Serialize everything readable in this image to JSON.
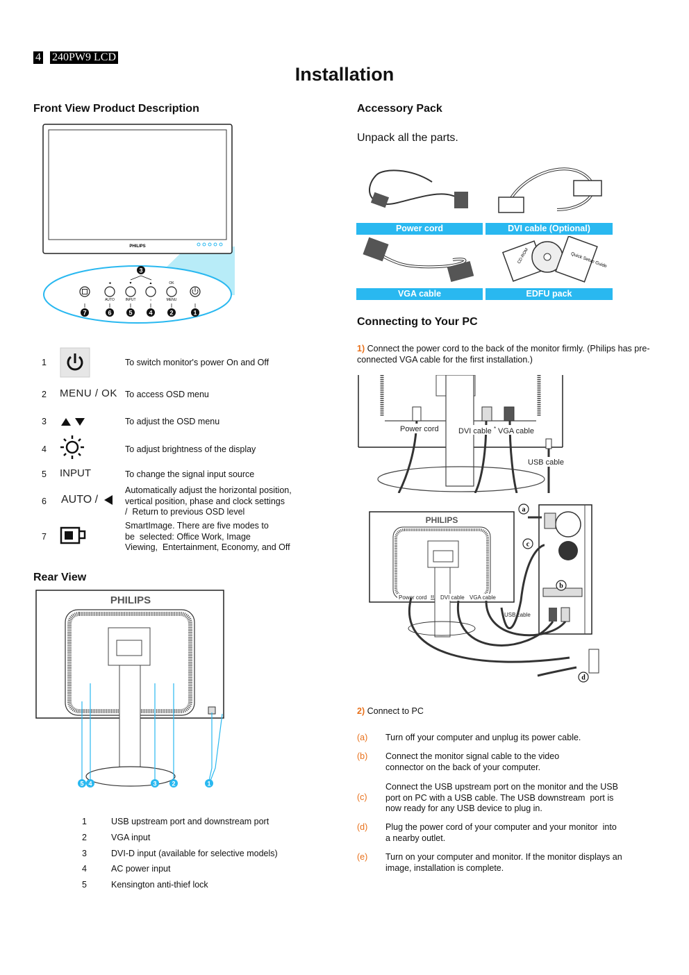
{
  "header": {
    "page_number": "4",
    "model": "240PW9 LCD"
  },
  "title": "Installation",
  "front_view": {
    "heading": "Front View Product Description",
    "brand": "PHILIPS",
    "button_labels": [
      "AUTO",
      "INPUT",
      "☼",
      "MENU"
    ],
    "top_labels": [
      "◄",
      "▼",
      "▲",
      "OK"
    ],
    "callouts": [
      "7",
      "6",
      "5",
      "4",
      "2",
      "1"
    ],
    "group_callout": "3",
    "controls": [
      {
        "num": "1",
        "icon": "power-icon",
        "desc": "To switch monitor's power On and Off"
      },
      {
        "num": "2",
        "icon_text": "MENU / OK",
        "desc": "To access OSD menu"
      },
      {
        "num": "3",
        "icon": "up-down-arrows-icon",
        "desc": "To adjust the OSD menu"
      },
      {
        "num": "4",
        "icon": "brightness-icon",
        "desc": "To adjust brightness of the display"
      },
      {
        "num": "5",
        "icon_text": "INPUT",
        "desc": "To change the signal input source"
      },
      {
        "num": "6",
        "icon_text": "AUTO /",
        "desc": "Automatically adjust the horizontal position, vertical position, phase and clock settings /  Return to previous OSD level"
      },
      {
        "num": "7",
        "icon": "smartimage-icon",
        "desc": "SmartImage. There are five modes to be  selected: Office Work, Image Viewing,  Entertainment, Economy, and Off"
      }
    ]
  },
  "rear_view": {
    "heading": "Rear View",
    "brand": "PHILIPS",
    "callouts": [
      "5",
      "4",
      "3",
      "2",
      "1"
    ],
    "items": [
      {
        "num": "1",
        "label": "USB upstream port and downstream port"
      },
      {
        "num": "2",
        "label": "VGA input"
      },
      {
        "num": "3",
        "label": "DVI-D input (available for selective models)"
      },
      {
        "num": "4",
        "label": "AC power input"
      },
      {
        "num": "5",
        "label": "Kensington anti-thief lock"
      }
    ]
  },
  "accessory_pack": {
    "heading": "Accessory Pack",
    "intro": "Unpack all the parts.",
    "items": [
      "Power cord",
      "DVI cable (Optional)",
      "VGA cable",
      "EDFU pack"
    ],
    "edfu_labels": {
      "cd": "CD-ROM",
      "guide": "Quick Setup Guide"
    }
  },
  "connecting": {
    "heading": "Connecting to Your PC",
    "step1_num": "1)",
    "step1_text": "Connect the power cord to the back of the monitor firmly. (Philips has pre-connected VGA cable for the first installation.)",
    "diagram1_labels": {
      "power": "Power cord",
      "dvi": "DVI cable",
      "vga": "VGA cable",
      "usb": "USB cable",
      "sep": "*"
    },
    "diagram2_labels": {
      "brand": "PHILIPS",
      "power": "Power cord",
      "dvi": "DVI cable",
      "vga": "VGA cable",
      "usb": "USB cable",
      "letters": [
        "a",
        "b",
        "c",
        "d"
      ]
    },
    "step2_num": "2)",
    "step2_text": "Connect to PC",
    "substeps": [
      {
        "letter": "(a)",
        "text": "Turn off your computer and unplug its power cable."
      },
      {
        "letter": "(b)",
        "text": "Connect the monitor signal cable to the video connector on the back of your computer."
      },
      {
        "letter": "(c)",
        "text": "Connect the USB upstream port on the monitor and the USB port on PC with a USB cable. The USB downstream  port is now ready for any USB device to plug in."
      },
      {
        "letter": "(d)",
        "text": "Plug the power cord of your computer and your monitor  into a nearby outlet."
      },
      {
        "letter": "(e)",
        "text": "Turn on your computer and monitor. If the monitor displays an image, installation is complete."
      }
    ]
  },
  "colors": {
    "accent": "#29b8f0",
    "step": "#e8701a",
    "highlight": "#b8ecf8"
  }
}
